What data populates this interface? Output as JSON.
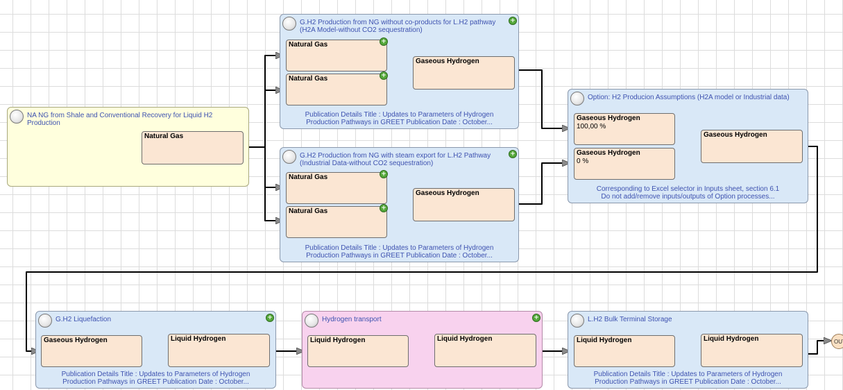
{
  "processes": [
    {
      "id": "p1",
      "title": "NA NG from Shale and Conventional Recovery for Liquid H2 Production",
      "color": "#ffffdd",
      "ports": [
        {
          "label": "Natural Gas"
        }
      ]
    },
    {
      "id": "p2",
      "title": "G.H2 Production from NG without co-products for L.H2 pathway (H2A Model-without CO2 sequestration)",
      "ports": [
        {
          "label": "Natural Gas"
        },
        {
          "label": "Natural Gas"
        },
        {
          "label": "Gaseous Hydrogen"
        }
      ],
      "footer": [
        "Publication Details Title : Updates to Parameters of Hydrogen",
        "Production Pathways in GREET Publication Date : October..."
      ]
    },
    {
      "id": "p3",
      "title": "G.H2 Production from NG with steam export for L.H2 Pathway (Industrial Data-without CO2 sequestration)",
      "ports": [
        {
          "label": "Natural Gas"
        },
        {
          "label": "Natural Gas"
        },
        {
          "label": "Gaseous Hydrogen"
        }
      ],
      "footer": [
        "Publication Details Title : Updates to Parameters of Hydrogen",
        "Production Pathways in GREET Publication Date : October..."
      ]
    },
    {
      "id": "p4",
      "title": "Option: H2 Producion Assumptions (H2A model or Industrial data)",
      "ports": [
        {
          "label": "Gaseous Hydrogen",
          "value": "100,00 %"
        },
        {
          "label": "Gaseous Hydrogen",
          "value": "0 %"
        },
        {
          "label": "Gaseous Hydrogen"
        }
      ],
      "footer": [
        "Corresponding to Excel selector in Inputs sheet, section 6.1",
        "Do not add/remove inputs/outputs of Option processes..."
      ]
    },
    {
      "id": "p5",
      "title": "G.H2 Liquefaction",
      "ports": [
        {
          "label": "Gaseous Hydrogen"
        },
        {
          "label": "Liquid Hydrogen"
        }
      ],
      "footer": [
        "Publication Details Title : Updates to Parameters of Hydrogen",
        "Production Pathways in GREET Publication Date : October..."
      ]
    },
    {
      "id": "p6",
      "title": "Hydrogen transport",
      "color": "#f8d2ee",
      "ports": [
        {
          "label": "Liquid Hydrogen"
        },
        {
          "label": "Liquid Hydrogen"
        }
      ]
    },
    {
      "id": "p7",
      "title": "L.H2 Bulk Terminal Storage",
      "ports": [
        {
          "label": "Liquid Hydrogen"
        },
        {
          "label": "Liquid Hydrogen"
        }
      ],
      "footer": [
        "Publication Details Title : Updates to Parameters of Hydrogen",
        "Production Pathways in GREET Publication Date : October..."
      ]
    }
  ],
  "output_node": {
    "label": "OUT"
  },
  "colors": {
    "process_fill": "#d9e8f7",
    "port_fill": "#fbe6d3",
    "title_text": "#3e52b0",
    "wire": "#000000",
    "plus_icon": "#55a83b"
  }
}
